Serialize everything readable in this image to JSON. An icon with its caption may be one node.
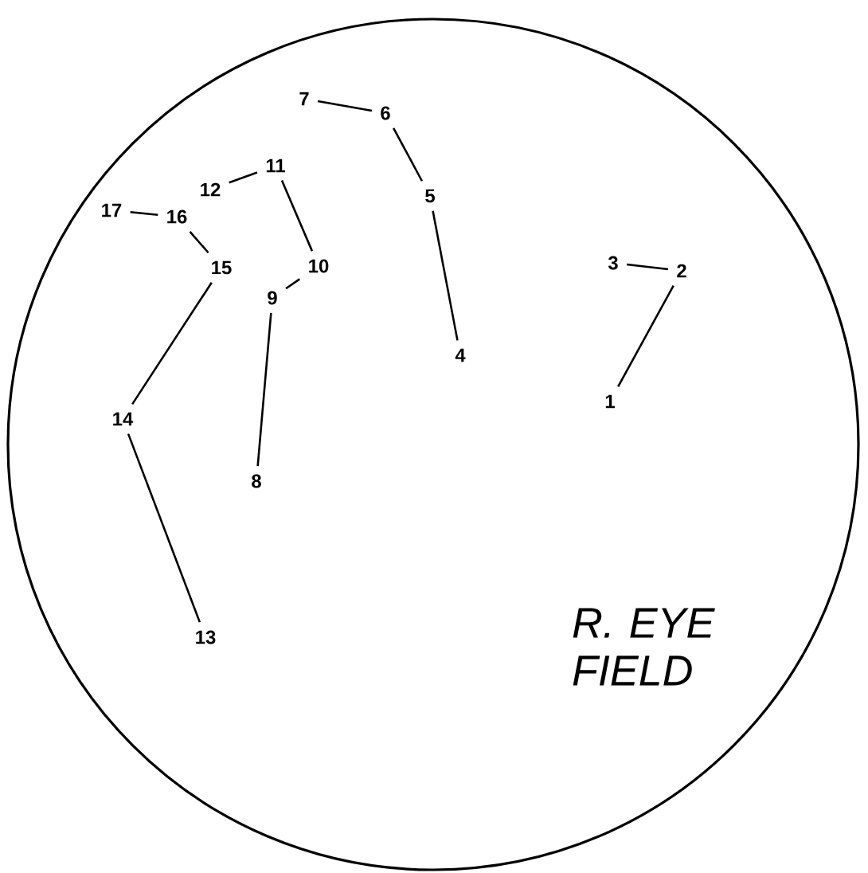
{
  "diagram": {
    "nodes": [
      {
        "text": [
          "R. EYE FIELD"
        ]
      },
      {
        "text": [
          "1"
        ],
        "in": 0
      },
      {
        "text": [
          "2"
        ],
        "in": 0
      },
      {
        "text": [
          "3"
        ],
        "in": 0
      },
      {
        "text": [
          "4"
        ],
        "in": 0
      },
      {
        "text": [
          "5"
        ],
        "in": 0
      },
      {
        "text": [
          "6"
        ],
        "in": 0
      },
      {
        "text": [
          "7"
        ],
        "in": 0
      },
      {
        "text": [
          "8"
        ],
        "in": 0
      },
      {
        "text": [
          "9"
        ],
        "in": 0
      },
      {
        "text": [
          "10"
        ],
        "in": 0
      },
      {
        "text": [
          "11"
        ],
        "in": 0
      },
      {
        "text": [
          "12"
        ],
        "in": 0
      },
      {
        "text": [
          "13"
        ],
        "in": 0
      },
      {
        "text": [
          "14"
        ],
        "in": 0
      },
      {
        "text": [
          "15"
        ],
        "in": 0
      },
      {
        "text": [
          "16"
        ],
        "in": 0
      },
      {
        "text": [
          "17"
        ],
        "in": 0
      }
    ],
    "edges": [
      {
        "from": 1,
        "to": 2,
        "arrow": "none"
      },
      {
        "from": 2,
        "to": 3,
        "arrow": "none"
      },
      {
        "from": 4,
        "to": 5,
        "arrow": "none"
      },
      {
        "from": 5,
        "to": 6,
        "arrow": "none"
      },
      {
        "from": 6,
        "to": 7,
        "arrow": "none"
      },
      {
        "from": 8,
        "to": 9,
        "arrow": "none"
      },
      {
        "from": 9,
        "to": 10,
        "arrow": "none"
      },
      {
        "from": 10,
        "to": 11,
        "arrow": "none"
      },
      {
        "from": 11,
        "to": 12,
        "arrow": "none"
      },
      {
        "from": 13,
        "to": 14,
        "arrow": "none"
      },
      {
        "from": 14,
        "to": 15,
        "arrow": "none"
      },
      {
        "from": 15,
        "to": 16,
        "arrow": "none"
      },
      {
        "from": 16,
        "to": 17,
        "arrow": "none"
      }
    ]
  }
}
